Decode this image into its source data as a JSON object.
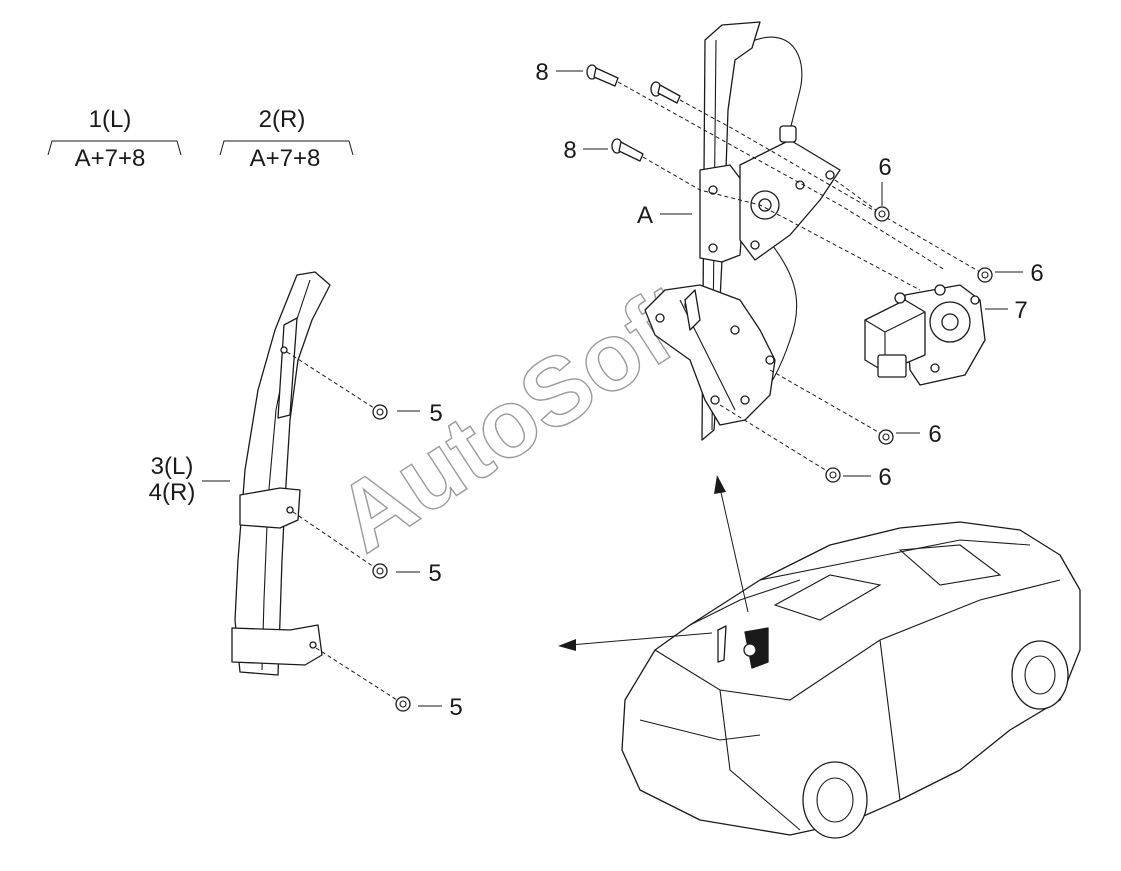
{
  "watermark": "AutoSoft",
  "kits": [
    {
      "title": "1(L)",
      "contents": "A+7+8"
    },
    {
      "title": "2(R)",
      "contents": "A+7+8"
    }
  ],
  "callouts": {
    "regulator": "A",
    "motor": "7",
    "pin_top": "8",
    "pin_mid": "8",
    "screw_6_top": "6",
    "screw_6_right": "6",
    "screw_6_lower1": "6",
    "screw_6_lower2": "6",
    "channel_l": "3(L)",
    "channel_r": "4(R)",
    "bolt_5_top": "5",
    "bolt_5_mid": "5",
    "bolt_5_bottom": "5"
  }
}
